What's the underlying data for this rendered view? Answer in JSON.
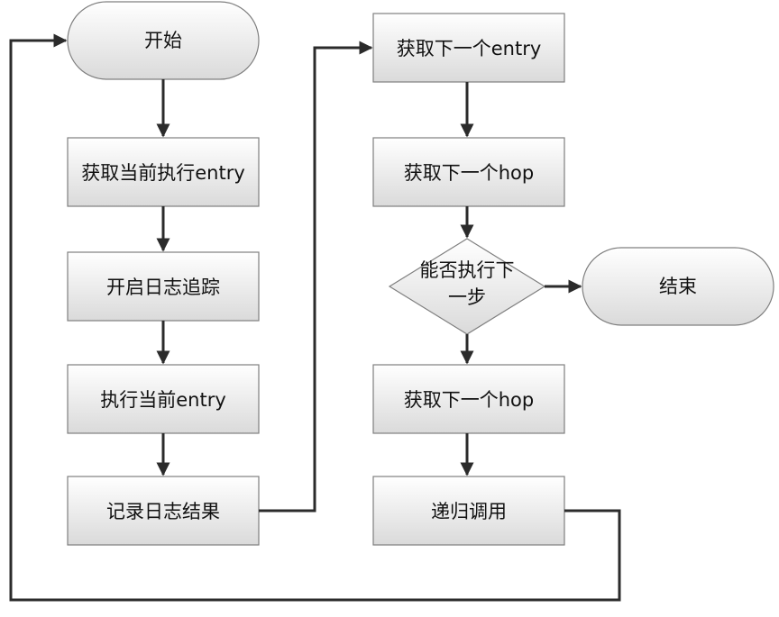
{
  "nodes": {
    "start": "开始",
    "get_current_entry": "获取当前执行entry",
    "open_log_trace": "开启日志追踪",
    "exec_current_entry": "执行当前entry",
    "record_log_result": "记录日志结果",
    "get_next_entry": "获取下一个entry",
    "get_next_hop_1": "获取下一个hop",
    "can_exec_next_line1": "能否执行下",
    "can_exec_next_line2": "一步",
    "end": "结束",
    "get_next_hop_2": "获取下一个hop",
    "recursive_call": "递归调用"
  },
  "colors": {
    "box_top": "#ffffff",
    "box_bottom": "#dcdcdc",
    "border": "#7f7f7f",
    "arrow": "#2b2b2b",
    "text": "#111111"
  }
}
